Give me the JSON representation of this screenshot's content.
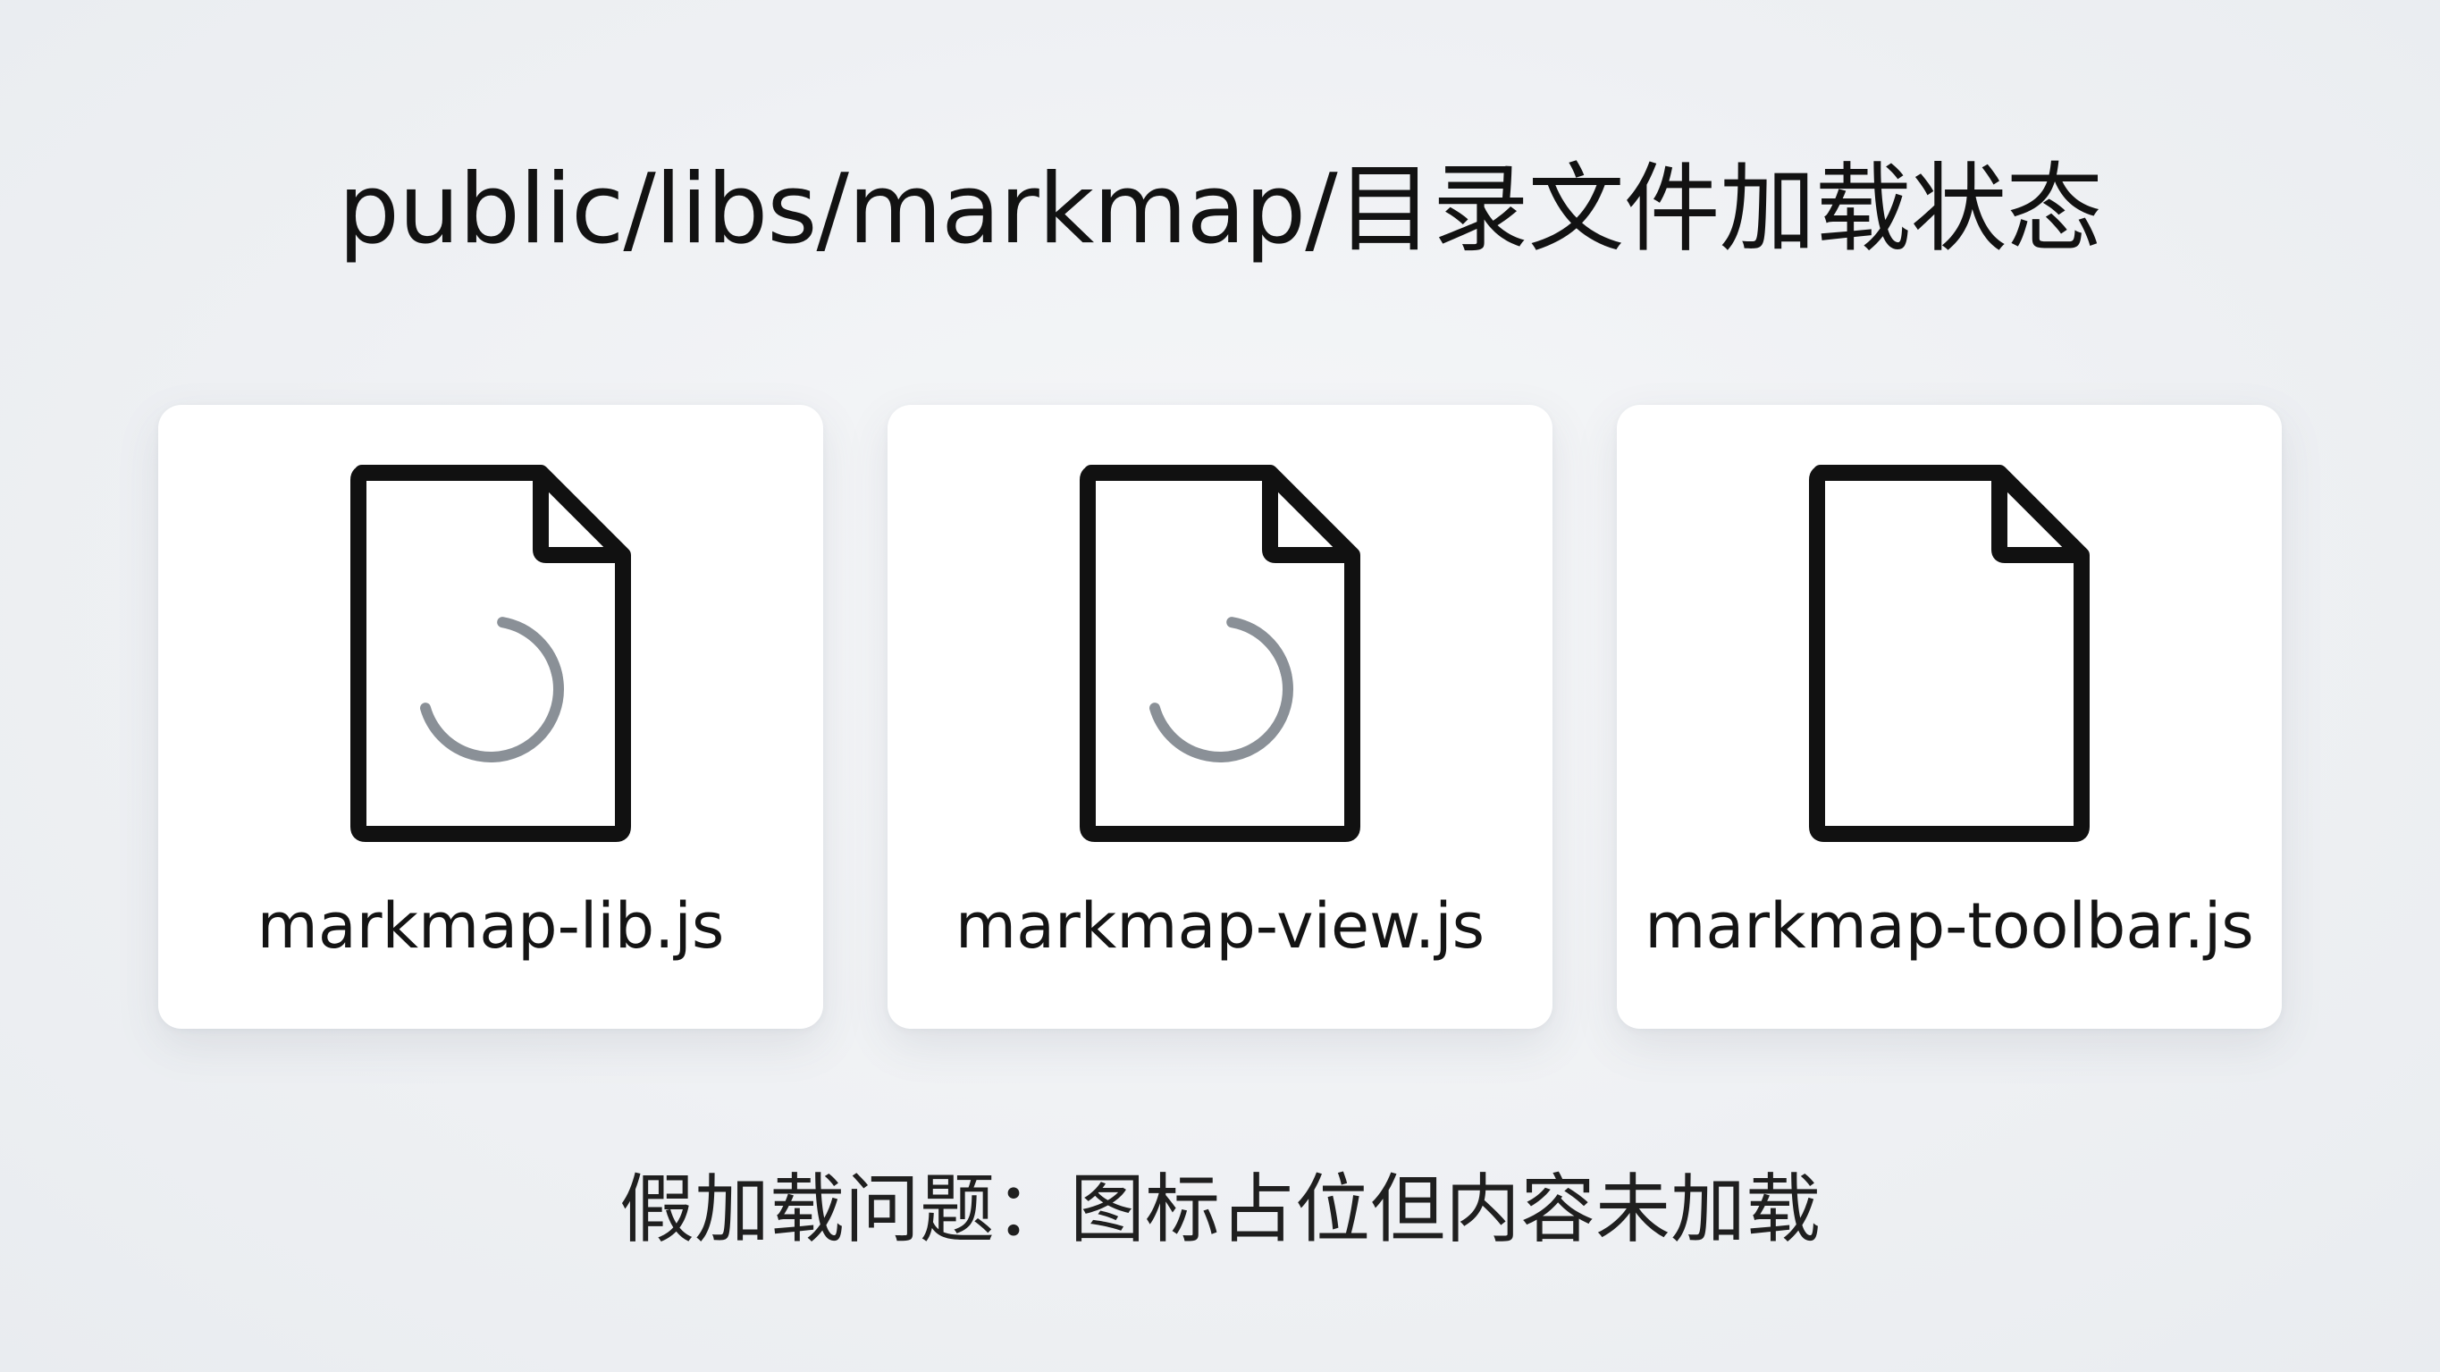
{
  "title": "public/libs/markmap/目录文件加载状态",
  "files": [
    {
      "name": "markmap-lib.js",
      "icon": "file-loading-icon"
    },
    {
      "name": "markmap-view.js",
      "icon": "file-loading-icon"
    },
    {
      "name": "markmap-toolbar.js",
      "icon": "file-empty-icon"
    }
  ],
  "caption": "假加载问题：图标占位但内容未加载",
  "colors": {
    "icon_stroke": "#111111",
    "spinner": "#8a9097",
    "card_bg": "#ffffff"
  }
}
